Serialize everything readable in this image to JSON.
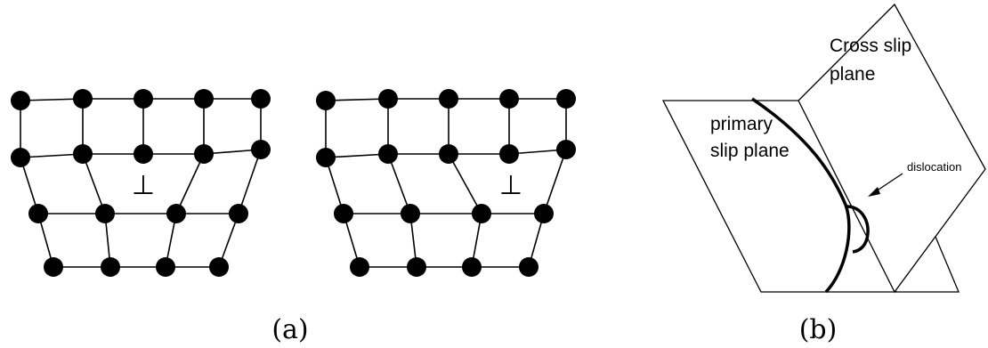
{
  "panel_a": {
    "caption": "(a)",
    "dislocation_symbol": "⊥"
  },
  "panel_b": {
    "caption": "(b)",
    "labels": {
      "cross_slip_line1": "Cross slip",
      "cross_slip_line2": "plane",
      "primary_line1": "primary",
      "primary_line2": "slip plane",
      "dislocation": "dislocation"
    }
  }
}
